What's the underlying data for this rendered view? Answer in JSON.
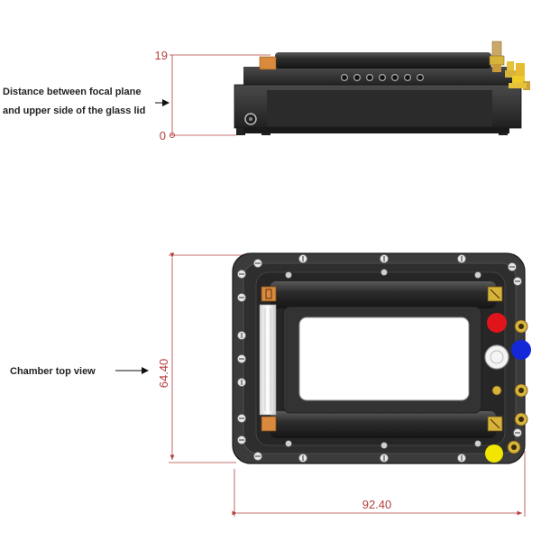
{
  "callouts": {
    "side_line1": "Distance between focal plane",
    "side_line2": "and upper side of the glass lid",
    "top_view": "Chamber top view"
  },
  "dimensions": {
    "side_top": "19",
    "side_bottom": "0",
    "height": "64.40",
    "width": "92.40"
  },
  "colors": {
    "dimension": "#b3403f",
    "chamber_body": "#3a3a3a",
    "chamber_dark": "#1f1f1f",
    "copper": "#d98a3c",
    "brass": "#d6b43a",
    "port_red": "#e0141b",
    "port_blue": "#1428d8",
    "port_yellow": "#f2e600",
    "port_white": "#f4f4f4"
  }
}
